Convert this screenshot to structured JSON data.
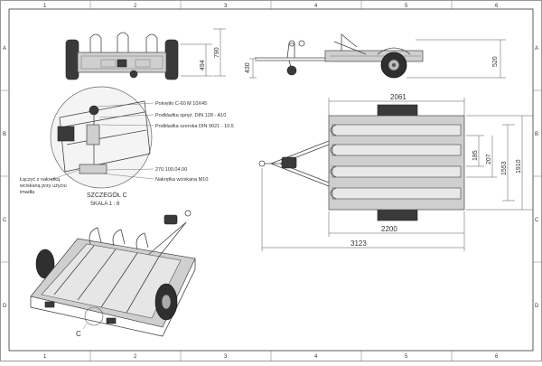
{
  "zone_columns": [
    "1",
    "2",
    "3",
    "4",
    "5",
    "6"
  ],
  "zone_rows": [
    "A",
    "B",
    "C",
    "D"
  ],
  "dimensions": {
    "front_height_inner": "494",
    "front_height_outer": "790",
    "side_drawbar_height": "430",
    "side_height": "520",
    "top_platform_length": "2061",
    "top_width_a": "185",
    "top_width_b": "207",
    "top_width_c": "1553",
    "top_width_d": "1910",
    "top_axle_length": "2200",
    "top_total_length": "3123"
  },
  "callouts": {
    "knob": "Pokrętło C-60 M 10X45",
    "spring_washer": "Podkładka spręż. DIN 128 - A10",
    "wide_washer": "Podkładka szeroka DIN 9021 - 10.5",
    "part_no": "270.100.04.00",
    "rivet_nut": "Nakrętka wciskana M10",
    "connector_note": [
      "Łączyć z nakrętką",
      "wciskaną przy użyciu",
      "imadła"
    ]
  },
  "detail": {
    "title": "SZCZEGÓŁ C",
    "scale": "SKALA 1 : 8",
    "marker": "C"
  }
}
